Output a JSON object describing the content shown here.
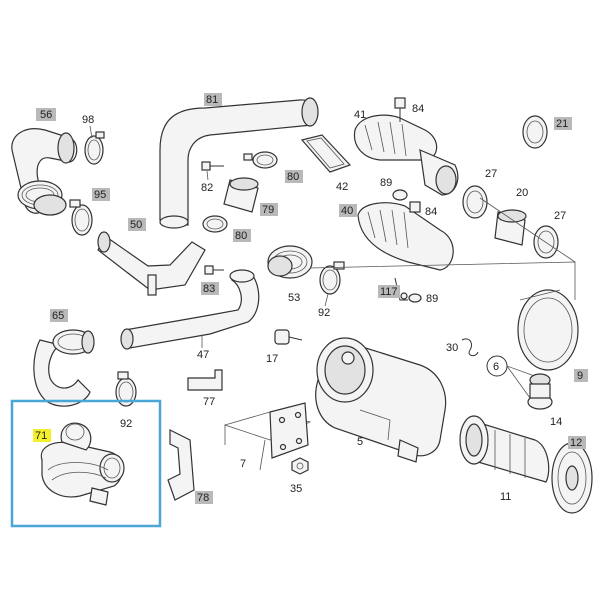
{
  "colors": {
    "highlight_box": "#4aa6d6",
    "highlight_label": "#f3ef2a",
    "label_box": "#b9b9b9",
    "line": "#333333"
  },
  "labels": {
    "p56": "56",
    "p98": "98",
    "p95": "95",
    "p81": "81",
    "p41": "41",
    "p84a": "84",
    "p21": "21",
    "p82": "82",
    "p80a": "80",
    "p42": "42",
    "p89a": "89",
    "p27a": "27",
    "p79": "79",
    "p50": "50",
    "p80b": "80",
    "p40": "40",
    "p84b": "84",
    "p20": "20",
    "p27b": "27",
    "p83": "83",
    "p53": "53",
    "p117": "117",
    "p89b": "89",
    "p65": "65",
    "p92a": "92",
    "p47": "47",
    "p17": "17",
    "p30": "30",
    "p6": "6",
    "p9": "9",
    "p77": "77",
    "p92b": "92",
    "p14": "14",
    "p71": "71",
    "p5": "5",
    "p12": "12",
    "p7": "7",
    "p78": "78",
    "p35": "35",
    "p11": "11"
  }
}
